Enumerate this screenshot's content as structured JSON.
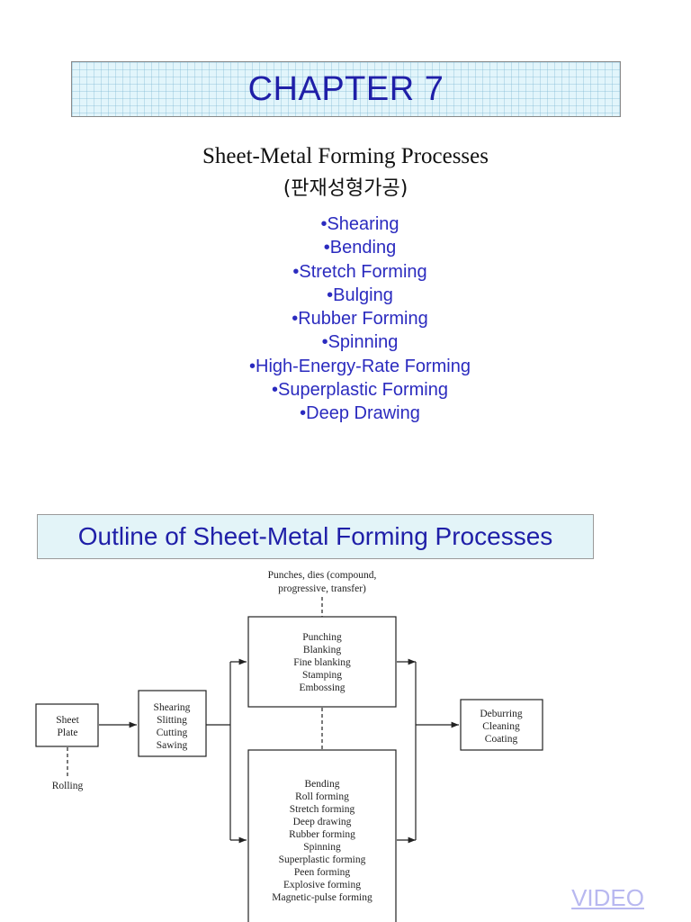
{
  "header": {
    "chapter_title": "CHAPTER 7"
  },
  "intro": {
    "subtitle": "Sheet-Metal Forming Processes",
    "korean_subtitle": "(판재성형가공)",
    "topics": [
      "•Shearing",
      "•Bending",
      "•Stretch Forming",
      "•Bulging",
      "•Rubber Forming",
      "•Spinning",
      "•High-Energy-Rate Forming",
      "•Superplastic Forming",
      "•Deep Drawing"
    ]
  },
  "outline": {
    "title": "Outline of Sheet-Metal Forming Processes",
    "tooling_note": [
      "Punches, dies (compound,",
      "progressive, transfer)"
    ],
    "sheet_plate": [
      "Sheet",
      "Plate"
    ],
    "rolling": "Rolling",
    "cutting": [
      "Shearing",
      "Slitting",
      "Cutting",
      "Sawing"
    ],
    "punching": [
      "Punching",
      "Blanking",
      "Fine blanking",
      "Stamping",
      "Embossing"
    ],
    "forming": [
      "Bending",
      "Roll forming",
      "Stretch forming",
      "Deep drawing",
      "Rubber forming",
      "Spinning",
      "Superplastic forming",
      "Peen forming",
      "Explosive forming",
      "Magnetic-pulse forming"
    ],
    "finishing": [
      "Deburring",
      "Cleaning",
      "Coating"
    ]
  },
  "video_link": "VIDEO"
}
